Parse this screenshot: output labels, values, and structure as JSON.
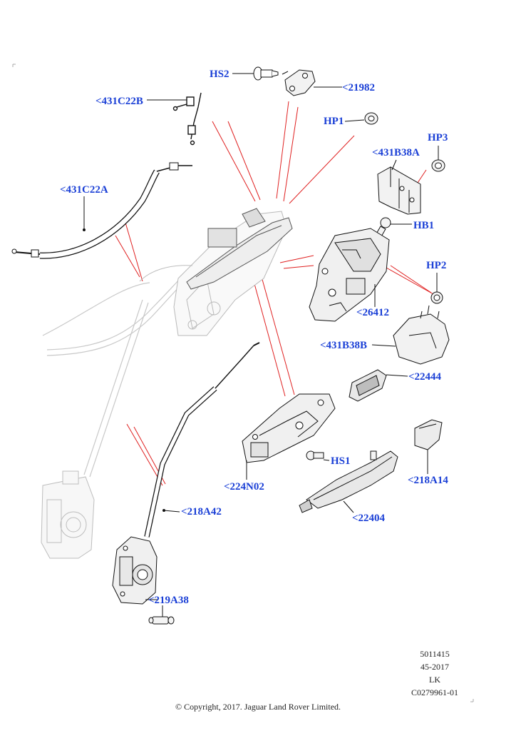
{
  "callouts": {
    "hs2": "HS2",
    "c21982": "<21982",
    "c431c22b": "<431C22B",
    "hp1": "HP1",
    "hp3": "HP3",
    "c431b38a": "<431B38A",
    "c431c22a": "<431C22A",
    "hb1": "HB1",
    "hp2": "HP2",
    "c26412": "<26412",
    "c431b38b": "<431B38B",
    "c22444": "<22444",
    "hs1": "HS1",
    "c224n02": "<224N02",
    "c218a14": "<218A14",
    "c22404": "<22404",
    "c218a42": "<218A42",
    "c219a38": "<219A38"
  },
  "meta": {
    "code": "5011415",
    "date": "45-2017",
    "market": "LK",
    "illustration_id": "C0279961-01",
    "copyright": "© Copyright, 2017. Jaguar Land Rover Limited."
  }
}
